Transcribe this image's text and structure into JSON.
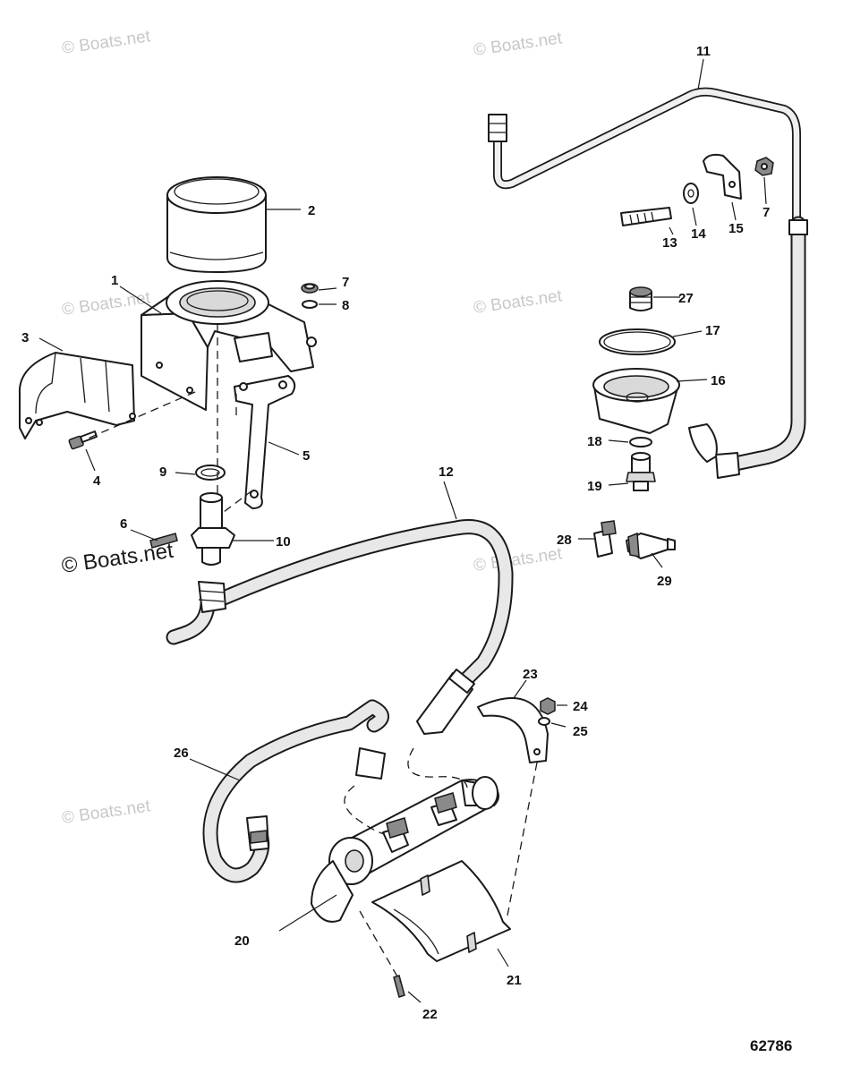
{
  "watermarks": [
    "© Boats.net",
    "© Boats.net",
    "© Boats.net",
    "© Boats.net",
    "© Boats.net",
    "© Boats.net",
    "© Boats.net"
  ],
  "figure_number": "62786",
  "callouts": [
    "1",
    "2",
    "3",
    "4",
    "5",
    "6",
    "7",
    "7",
    "8",
    "9",
    "10",
    "11",
    "12",
    "13",
    "14",
    "15",
    "16",
    "17",
    "18",
    "19",
    "20",
    "21",
    "22",
    "23",
    "24",
    "25",
    "26",
    "27",
    "28",
    "29"
  ]
}
